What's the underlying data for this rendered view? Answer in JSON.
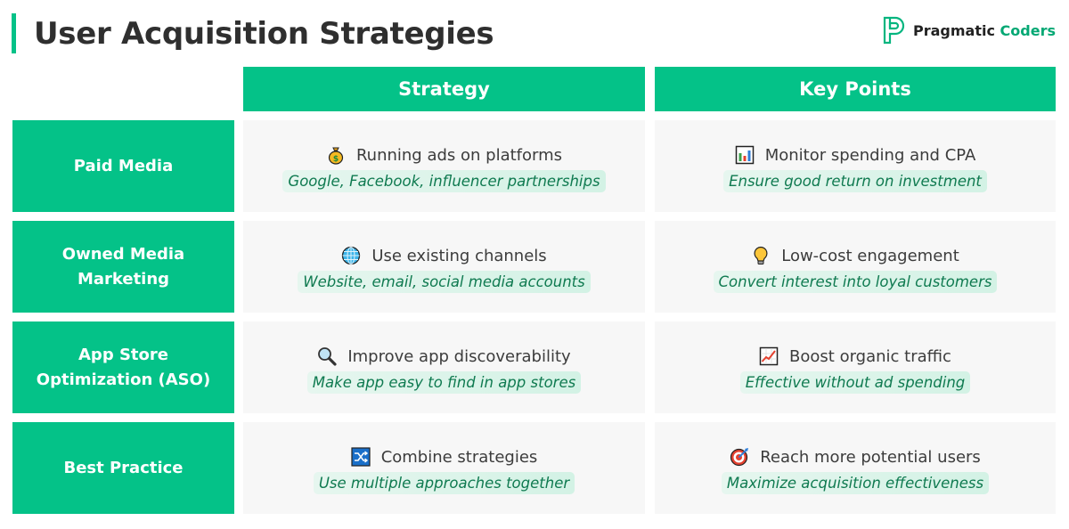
{
  "header": {
    "title": "User Acquisition Strategies",
    "brand": {
      "name_part1": "Pragmatic",
      "name_part2": "Coders",
      "logo_icon": "pragmatic-coders-logo-icon"
    }
  },
  "colors": {
    "accent_green": "#04c288",
    "cell_background": "#f7f7f7",
    "subtext_green": "#0f7a50",
    "subtext_pill": "#ddf4ea",
    "title_text": "#2f2f2f"
  },
  "table": {
    "columns": [
      {
        "label": "Strategy"
      },
      {
        "label": "Key Points"
      }
    ],
    "rows": [
      {
        "label": "Paid Media",
        "strategy": {
          "icon": "money-bag-icon",
          "text": "Running ads on platforms",
          "sub": "Google, Facebook, influencer partnerships"
        },
        "key_point": {
          "icon": "bar-chart-icon",
          "text": "Monitor spending and CPA",
          "sub": "Ensure good return on investment"
        }
      },
      {
        "label": "Owned Media Marketing",
        "strategy": {
          "icon": "globe-icon",
          "text": "Use existing channels",
          "sub": "Website, email, social media accounts"
        },
        "key_point": {
          "icon": "light-bulb-icon",
          "text": "Low-cost engagement",
          "sub": "Convert interest into loyal customers"
        }
      },
      {
        "label": "App Store Optimization (ASO)",
        "strategy": {
          "icon": "magnifying-glass-icon",
          "text": "Improve app discoverability",
          "sub": "Make app easy to find in app stores"
        },
        "key_point": {
          "icon": "chart-increasing-icon",
          "text": "Boost organic traffic",
          "sub": "Effective without ad spending"
        }
      },
      {
        "label": "Best Practice",
        "strategy": {
          "icon": "shuffle-icon",
          "text": "Combine strategies",
          "sub": "Use multiple approaches together"
        },
        "key_point": {
          "icon": "target-icon",
          "text": "Reach more potential users",
          "sub": "Maximize acquisition effectiveness"
        }
      }
    ]
  }
}
